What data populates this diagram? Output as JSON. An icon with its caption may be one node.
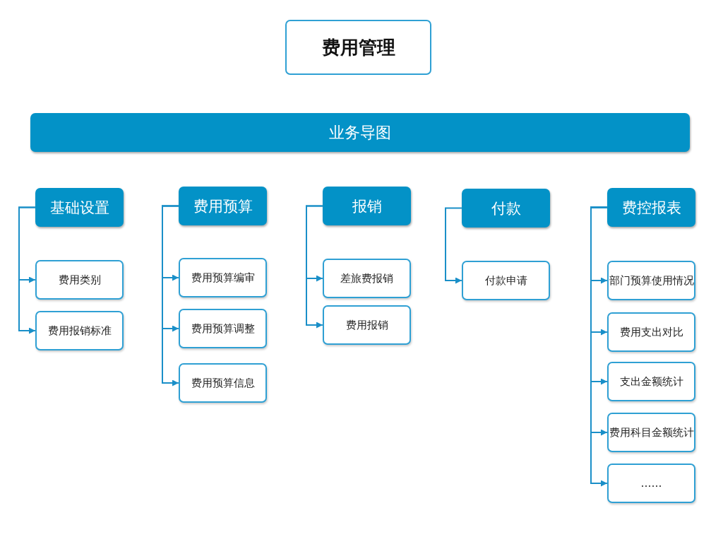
{
  "diagram": {
    "nodes": [
      {
        "text": [
          "费用管理"
        ]
      },
      {
        "text": [
          "业务导图"
        ]
      },
      {
        "text": [
          "基础设置"
        ]
      },
      {
        "text": [
          "费用类别"
        ]
      },
      {
        "text": [
          "费用报销标准"
        ]
      },
      {
        "text": [
          "费用预算"
        ]
      },
      {
        "text": [
          "费用预算编审"
        ]
      },
      {
        "text": [
          "费用预算调整"
        ]
      },
      {
        "text": [
          "费用预算信息"
        ]
      },
      {
        "text": [
          "报销"
        ]
      },
      {
        "text": [
          "差旅费报销"
        ]
      },
      {
        "text": [
          "费用报销"
        ]
      },
      {
        "text": [
          "付款"
        ]
      },
      {
        "text": [
          "付款申请"
        ]
      },
      {
        "text": [
          "费控报表"
        ]
      },
      {
        "text": [
          "部门预算使用情况"
        ]
      },
      {
        "text": [
          "费用支出对比"
        ]
      },
      {
        "text": [
          "支出金额统计"
        ]
      },
      {
        "text": [
          "费用科目金额统计"
        ]
      },
      {
        "text": [
          "……"
        ]
      }
    ],
    "edges": [
      {
        "from": 2,
        "to": 3,
        "arrow": "to"
      },
      {
        "from": 2,
        "to": 4,
        "arrow": "to"
      },
      {
        "from": 5,
        "to": 6,
        "arrow": "to"
      },
      {
        "from": 5,
        "to": 7,
        "arrow": "to"
      },
      {
        "from": 5,
        "to": 8,
        "arrow": "to"
      },
      {
        "from": 9,
        "to": 10,
        "arrow": "to"
      },
      {
        "from": 9,
        "to": 11,
        "arrow": "to"
      },
      {
        "from": 12,
        "to": 13,
        "arrow": "to"
      },
      {
        "from": 14,
        "to": 15,
        "arrow": "to"
      },
      {
        "from": 14,
        "to": 16,
        "arrow": "to"
      },
      {
        "from": 14,
        "to": 17,
        "arrow": "to"
      },
      {
        "from": 14,
        "to": 18,
        "arrow": "to"
      },
      {
        "from": 14,
        "to": 19,
        "arrow": "to"
      }
    ]
  }
}
